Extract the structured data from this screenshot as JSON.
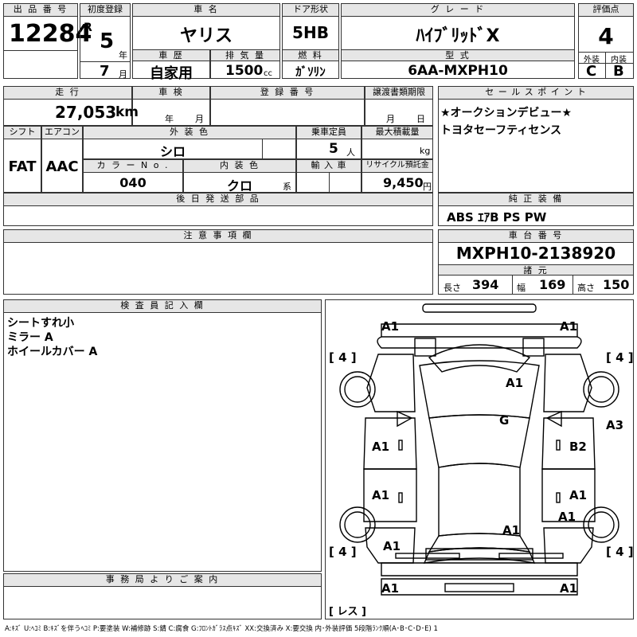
{
  "lot": {
    "label": "出 品 番 号",
    "value": "12284"
  },
  "first_reg": {
    "label": "初度登録",
    "era": "R",
    "year": "5",
    "year_unit": "年",
    "month": "7",
    "month_unit": "月"
  },
  "car_name": {
    "label": "車 名",
    "value": "ヤリス"
  },
  "door": {
    "label": "ドア形状",
    "value": "5HB"
  },
  "grade": {
    "label": "グ レ ー ド",
    "value": "ﾊｲﾌﾞﾘｯﾄﾞX"
  },
  "score": {
    "label": "評価点",
    "value": "4",
    "ext_label": "外装",
    "int_label": "内装",
    "ext": "C",
    "int": "B"
  },
  "history": {
    "label": "車 歴",
    "value": "自家用"
  },
  "displacement": {
    "label": "排 気 量",
    "value": "1500",
    "unit": "cc"
  },
  "fuel": {
    "label": "燃 料",
    "value": "ｶﾞｿﾘﾝ"
  },
  "model": {
    "label": "型 式",
    "value": "6AA-MXPH10"
  },
  "mileage": {
    "label": "走 行",
    "value": "27,053",
    "unit": "km"
  },
  "inspection": {
    "label": "車 検",
    "year_unit": "年",
    "month_unit": "月"
  },
  "reg_no": {
    "label": "登 録 番 号"
  },
  "transfer": {
    "label": "譲渡書類期限",
    "month_unit": "月",
    "day_unit": "日"
  },
  "sales_point": {
    "label": "セ ー ル ス ポ イ ン ト",
    "lines": [
      "★オークションデビュー★",
      "トヨタセーフティセンス"
    ]
  },
  "shift": {
    "label": "シフト",
    "value": "FAT"
  },
  "aircon": {
    "label": "エアコン",
    "value": "AAC"
  },
  "ext_color": {
    "label": "外 装 色",
    "value": "シロ"
  },
  "capacity": {
    "label": "乗車定員",
    "value": "5",
    "unit": "人"
  },
  "max_load": {
    "label": "最大積載量",
    "unit": "kg"
  },
  "color_no": {
    "label": "カ ラ ー  N o .",
    "value": "040"
  },
  "int_color": {
    "label": "内 装 色",
    "value": "クロ",
    "unit": "系"
  },
  "import": {
    "label": "輸 入 車"
  },
  "recycle": {
    "label": "リサイクル預託金",
    "value": "9,450",
    "unit": "円"
  },
  "later_parts": {
    "label": "後 日 発 送 部 品"
  },
  "equipment": {
    "label": "純 正 装 備",
    "value": "ABS ｴｱB PS PW"
  },
  "notes": {
    "label": "注 意 事 項 欄"
  },
  "chassis": {
    "label": "車 台 番 号",
    "value": "MXPH10-2138920"
  },
  "dims": {
    "label": "諸 元",
    "length_label": "長さ",
    "length": "394",
    "width_label": "幅",
    "width": "169",
    "height_label": "高さ",
    "height": "150"
  },
  "inspector": {
    "label": "検 査 員 記 入 欄",
    "lines": [
      "シートすれ小",
      "ミラー A",
      "ホイールカバー A"
    ]
  },
  "office": {
    "label": "事 務 局 よ り ご 案 内"
  },
  "damage": {
    "front_left": "A1",
    "front_right": "A1",
    "tire_fl": "4",
    "tire_fr": "4",
    "tire_rl": "4",
    "tire_rr": "4",
    "hood": "A1",
    "roof": "G",
    "right_fender": "A3",
    "left_door_front": "A1",
    "right_door_front": "B2",
    "left_door_rear": "A1",
    "right_door_rear": "A1",
    "right_quarter": "A1",
    "trunk": "A1",
    "left_quarter": "A1",
    "rear_left": "A1",
    "rear_right": "A1",
    "spare": "レス"
  },
  "legend": "A:ｷｽﾞ U:ﾍｺﾐ B:ｷｽﾞを伴うﾍｺﾐ P:要塗装 W:補修跡 S:錆 C:腐食 G:ﾌﾛﾝﾄｶﾞﾗｽ点ｷｽﾞ XX:交換済み X:要交換 内･外装評価 5段階ﾗﾝｸ順(A･B･C･D･E) 1"
}
